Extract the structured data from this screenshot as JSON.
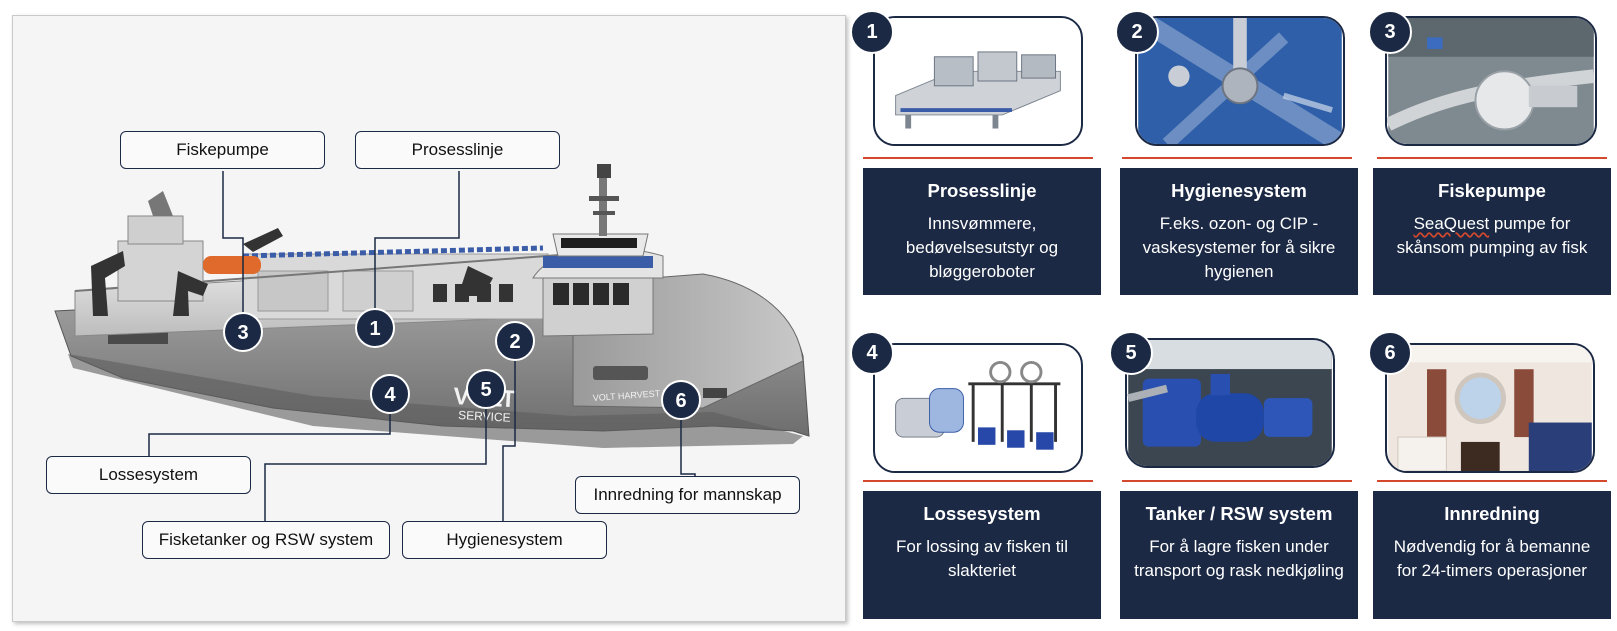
{
  "ship": {
    "name_plate": "VOLT HARVEST III",
    "hull_logo_top": "VOLT",
    "hull_logo_bottom": "SERVICE"
  },
  "callouts": [
    {
      "id": "fiskepumpe",
      "label": "Fiskepumpe",
      "number": "3"
    },
    {
      "id": "prosesslinje",
      "label": "Prosesslinje",
      "number": "1"
    },
    {
      "id": "hygienesystem",
      "label": "Hygienesystem",
      "number": "2"
    },
    {
      "id": "lossesystem",
      "label": "Lossesystem",
      "number": "4"
    },
    {
      "id": "fisketanker",
      "label": "Fisketanker og RSW system",
      "number": "5"
    },
    {
      "id": "innredning",
      "label": "Innredning for mannskap",
      "number": "6"
    }
  ],
  "cards": [
    {
      "number": "1",
      "title": "Prosesslinje",
      "lines": [
        "Innsvømmere,",
        "bedøvelsesutstyr og",
        "bløggeroboter"
      ]
    },
    {
      "number": "2",
      "title": "Hygienesystem",
      "lines": [
        "F.eks. ozon- og CIP -",
        "vaskesystemer for å sikre",
        "hygienen"
      ]
    },
    {
      "number": "3",
      "title": "Fiskepumpe",
      "lines_rich": [
        {
          "u": "SeaQuest",
          "t": " pumpe for"
        }
      ],
      "lines": [
        "skånsom pumping av fisk"
      ]
    },
    {
      "number": "4",
      "title": "Lossesystem",
      "lines": [
        "For lossing av fisken til",
        "slakteriet"
      ]
    },
    {
      "number": "5",
      "title": "Tanker / RSW system",
      "lines": [
        "For å lagre fisken under",
        "transport og rask nedkjøling"
      ]
    },
    {
      "number": "6",
      "title": "Innredning",
      "lines": [
        "Nødvendig for å bemanne",
        "for 24-timers operasjoner"
      ]
    }
  ],
  "colors": {
    "navy": "#1b2944",
    "accent_red": "#d4492e",
    "hull_grey": "#8c8c8c"
  }
}
